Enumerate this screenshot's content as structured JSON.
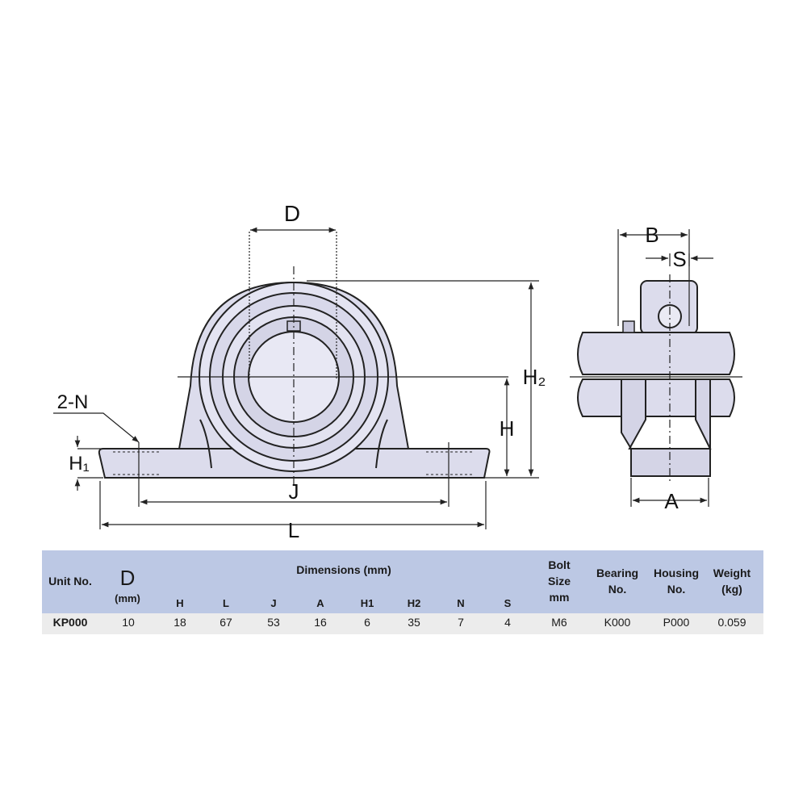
{
  "drawing": {
    "labels": {
      "d": "D",
      "b": "B",
      "s": "S",
      "h2": "H₂",
      "h": "H",
      "h1": "H₁",
      "n": "2-N",
      "j": "J",
      "l": "L",
      "a": "A"
    },
    "colors": {
      "body": "#dcdcec",
      "line": "#222222",
      "background": "#ffffff"
    }
  },
  "table": {
    "headers": {
      "unit_no": "Unit No.",
      "d": "D",
      "d_unit": "(mm)",
      "dimensions": "Dimensions (mm)",
      "h": "H",
      "l": "L",
      "j": "J",
      "a": "A",
      "h1": "H1",
      "h2": "H2",
      "n": "N",
      "s": "S",
      "bolt_1": "Bolt",
      "bolt_2": "Size",
      "bolt_3": "mm",
      "bearing_1": "Bearing",
      "bearing_2": "No.",
      "housing_1": "Housing",
      "housing_2": "No.",
      "weight_1": "Weight",
      "weight_2": "(kg)"
    },
    "row": {
      "unit_no": "KP000",
      "d": "10",
      "h": "18",
      "l": "67",
      "j": "53",
      "a": "16",
      "h1": "6",
      "h2": "35",
      "n": "7",
      "s": "4",
      "bolt": "M6",
      "bearing": "K000",
      "housing": "P000",
      "weight": "0.059"
    },
    "colors": {
      "header_bg": "#bcc8e4",
      "row_bg": "#ececec"
    }
  }
}
